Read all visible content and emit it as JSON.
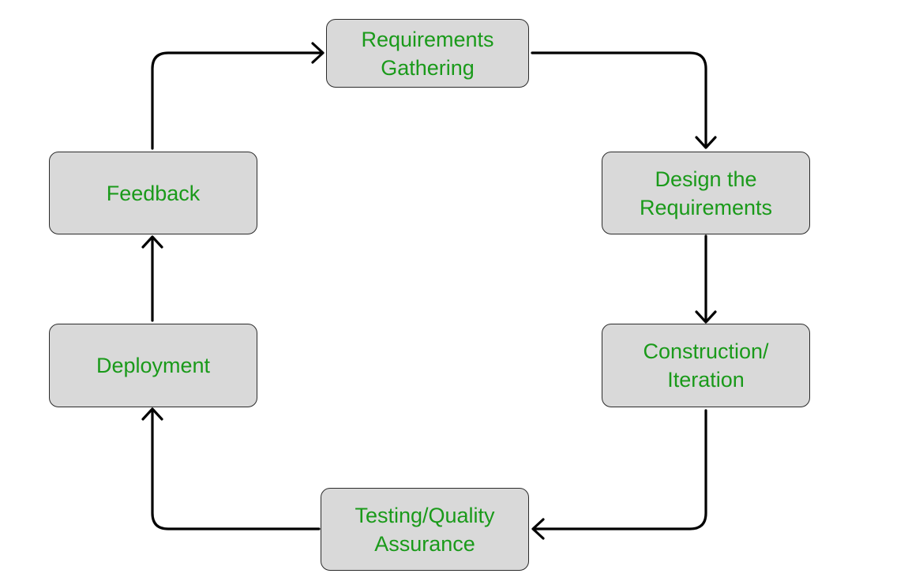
{
  "diagram": {
    "type": "cycle-flowchart",
    "colors": {
      "node_fill": "#d9d9d9",
      "node_border": "#2b2b2b",
      "label_text": "#1a9a1a",
      "arrow": "#000000"
    },
    "nodes": [
      {
        "id": "requirements-gathering",
        "lines": [
          "Requirements",
          "Gathering"
        ]
      },
      {
        "id": "design",
        "lines": [
          "Design the",
          "Requirements"
        ]
      },
      {
        "id": "construction",
        "lines": [
          "Construction/",
          "Iteration"
        ]
      },
      {
        "id": "testing",
        "lines": [
          "Testing/Quality",
          "Assurance"
        ]
      },
      {
        "id": "deployment",
        "lines": [
          "Deployment"
        ]
      },
      {
        "id": "feedback",
        "lines": [
          "Feedback"
        ]
      }
    ],
    "edges": [
      {
        "from": "requirements-gathering",
        "to": "design"
      },
      {
        "from": "design",
        "to": "construction"
      },
      {
        "from": "construction",
        "to": "testing"
      },
      {
        "from": "testing",
        "to": "deployment"
      },
      {
        "from": "deployment",
        "to": "feedback"
      },
      {
        "from": "feedback",
        "to": "requirements-gathering"
      }
    ]
  }
}
